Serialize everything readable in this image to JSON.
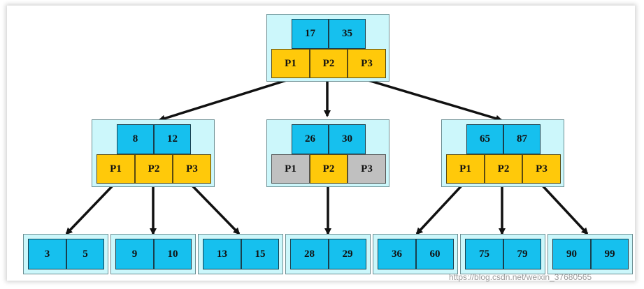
{
  "diagram": {
    "root": {
      "keys": [
        "17",
        "35"
      ],
      "pointers": [
        "P1",
        "P2",
        "P3"
      ]
    },
    "internal": [
      {
        "keys": [
          "8",
          "12"
        ],
        "pointers": [
          "P1",
          "P2",
          "P3"
        ],
        "unused": [
          false,
          false,
          false
        ]
      },
      {
        "keys": [
          "26",
          "30"
        ],
        "pointers": [
          "P1",
          "P2",
          "P3"
        ],
        "unused": [
          true,
          false,
          true
        ]
      },
      {
        "keys": [
          "65",
          "87"
        ],
        "pointers": [
          "P1",
          "P2",
          "P3"
        ],
        "unused": [
          false,
          false,
          false
        ]
      }
    ],
    "leaves": [
      {
        "keys": [
          "3",
          "5"
        ]
      },
      {
        "keys": [
          "9",
          "10"
        ]
      },
      {
        "keys": [
          "13",
          "15"
        ]
      },
      {
        "keys": [
          "28",
          "29"
        ]
      },
      {
        "keys": [
          "36",
          "60"
        ]
      },
      {
        "keys": [
          "75",
          "79"
        ]
      },
      {
        "keys": [
          "90",
          "99"
        ]
      }
    ],
    "colors": {
      "key_fill": "#16c0ee",
      "pointer_fill": "#ffc90a",
      "pointer_unused_fill": "#c0c0c0",
      "node_background": "#ccf7fb",
      "edge": "#111111"
    }
  },
  "watermark": "https://blog.csdn.net/weixin_37680565"
}
